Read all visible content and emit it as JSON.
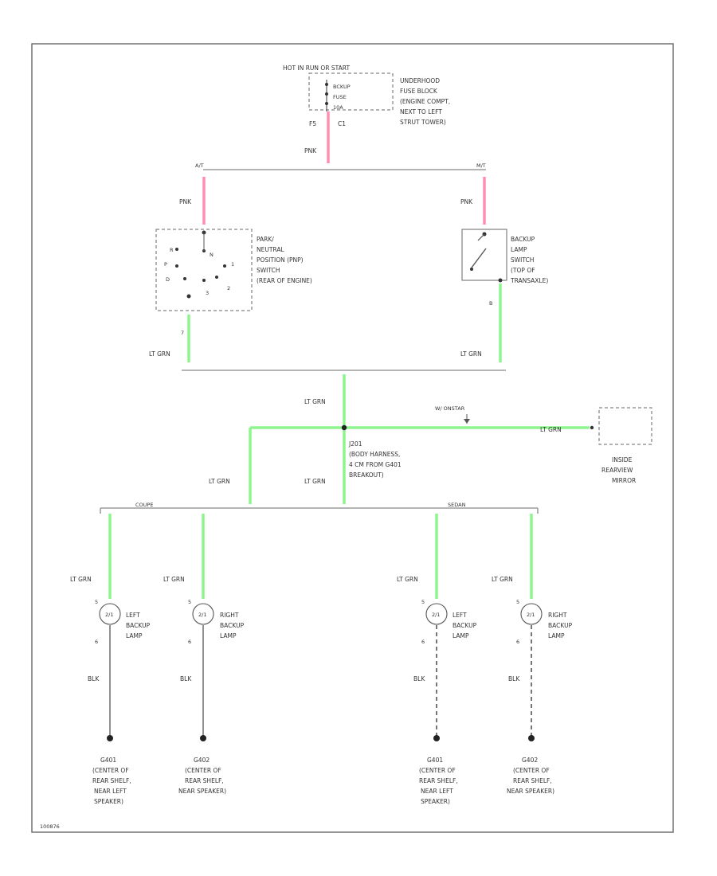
{
  "power": {
    "header": "HOT IN RUN OR START",
    "fuse_lines": [
      "BCKUP",
      "FUSE",
      "10A"
    ],
    "fuse_block_lines": [
      "UNDERHOOD",
      "FUSE BLOCK",
      "(ENGINE COMPT,",
      "NEXT TO LEFT",
      "STRUT TOWER)"
    ],
    "pins": [
      "F5",
      "C1"
    ],
    "wire": "PNK"
  },
  "branches": {
    "left": "A/T",
    "right": "M/T",
    "left_wire": "PNK",
    "right_wire": "PNK"
  },
  "pnp_switch": {
    "lines": [
      "PARK/",
      "NEUTRAL",
      "POSITION (PNP)",
      "SWITCH",
      "(REAR OF ENGINE)"
    ],
    "positions": [
      "R",
      "P",
      "N",
      "D",
      "3",
      "2",
      "1"
    ],
    "out_pin": "7"
  },
  "backup_switch": {
    "lines": [
      "BACKUP",
      "LAMP",
      "SWITCH",
      "(TOP OF",
      "TRANSAXLE)"
    ],
    "out_pin": "B"
  },
  "mid_wires": {
    "left": "LT GRN",
    "right": "LT GRN",
    "center": "LT GRN"
  },
  "splice": {
    "lines": [
      "J201",
      "(BODY HARNESS,",
      "4 CM FROM G401",
      "BREAKOUT)"
    ],
    "option": "W/ ONSTAR",
    "mirror_wire": "LT GRN"
  },
  "mirror": {
    "lines": [
      "INSIDE",
      "REARVIEW",
      "MIRROR"
    ]
  },
  "bus": {
    "left_label": "COUPE",
    "right_label": "SEDAN",
    "left_wire": "LT GRN",
    "right_wire": "LT GRN"
  },
  "lamps": [
    {
      "wire": "LT GRN",
      "lines": [
        "LEFT",
        "BACKUP",
        "LAMP"
      ],
      "pin_top": "5",
      "pin_bottom": "6",
      "ground_wire": "BLK",
      "ground_lines": [
        "G401",
        "(CENTER OF",
        "REAR SHELF,",
        "NEAR LEFT",
        "SPEAKER)"
      ]
    },
    {
      "wire": "LT GRN",
      "lines": [
        "RIGHT",
        "BACKUP",
        "LAMP"
      ],
      "pin_top": "5",
      "pin_bottom": "6",
      "ground_wire": "BLK",
      "ground_lines": [
        "G402",
        "(CENTER OF",
        "REAR SHELF,",
        "NEAR SPEAKER)"
      ]
    },
    {
      "wire": "LT GRN",
      "lines": [
        "LEFT",
        "BACKUP",
        "LAMP"
      ],
      "pin_top": "5",
      "pin_bottom": "6",
      "ground_wire": "BLK",
      "ground_lines": [
        "G401",
        "(CENTER OF",
        "REAR SHELF,",
        "NEAR LEFT",
        "SPEAKER)"
      ]
    },
    {
      "wire": "LT GRN",
      "lines": [
        "RIGHT",
        "BACKUP",
        "LAMP"
      ],
      "pin_top": "5",
      "pin_bottom": "6",
      "ground_wire": "BLK",
      "ground_lines": [
        "G402",
        "(CENTER OF",
        "REAR SHELF,",
        "NEAR SPEAKER)"
      ]
    }
  ],
  "figure_id": "100876"
}
